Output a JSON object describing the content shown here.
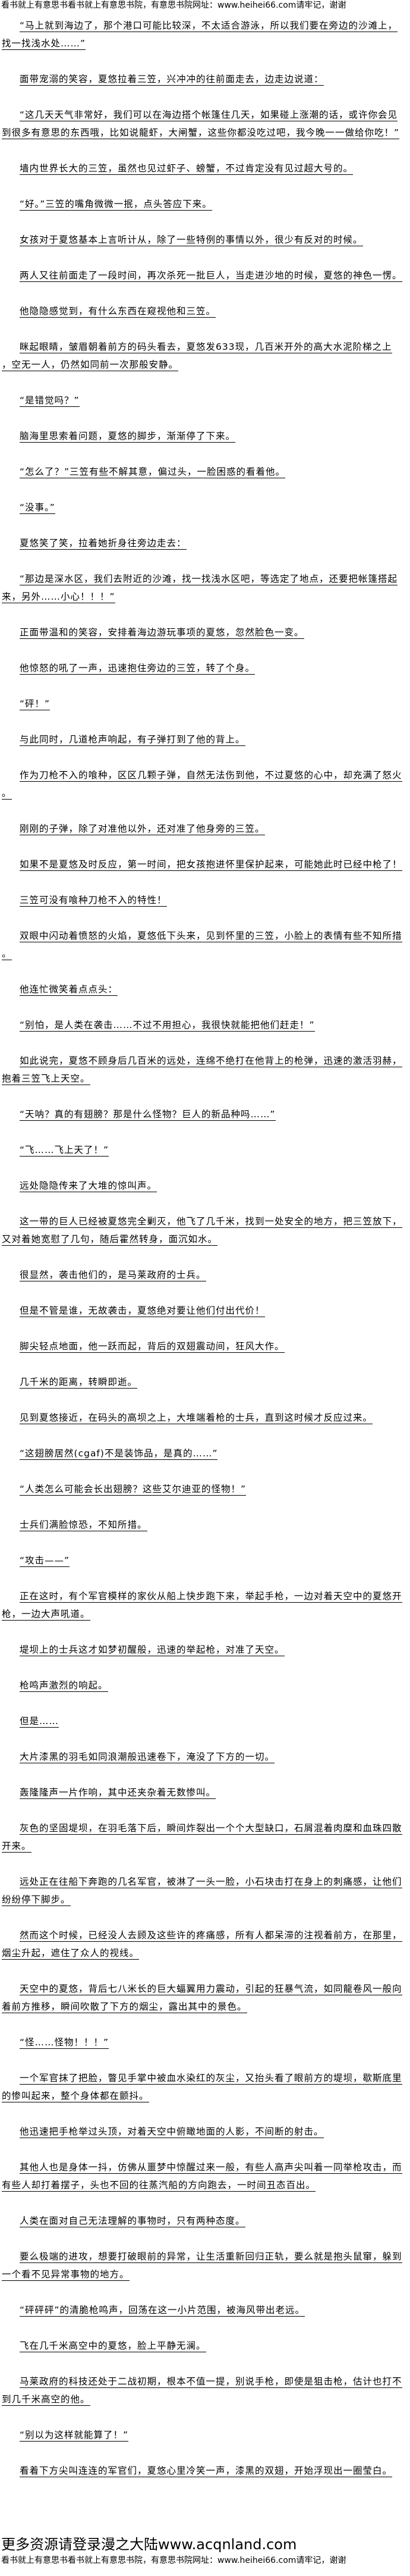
{
  "header": {
    "text": "看书就上有意思书看书就上有意思书院，有意思书院网址：www.heihei66.com请牢记，谢谢"
  },
  "paragraphs": [
    {
      "lines": [
        "“马上就到海边了，那个港口可能比较深，不太适合游泳，所以我们要在旁边的沙滩上，",
        "找一找浅水处……”"
      ]
    },
    {
      "lines": [
        "面带宠溺的笑容，夏悠拉着三笠，兴冲冲的往前面走去，边走边说道："
      ]
    },
    {
      "lines": [
        "“这几天天气非常好，我们可以在海边搭个帐篷住几天，如果碰上涨潮的话，或许你会见",
        "到很多有意思的东西哦，比如说龍虾，大闸蟹，这些你都没吃过吧，我今晚一一做给你吃！”"
      ]
    },
    {
      "lines": [
        "墙内世界长大的三笠，虽然也见过虾子、螃蟹，不过肯定没有见过超大号的。"
      ]
    },
    {
      "lines": [
        "“好。”三笠的嘴角微微一抿，点头答应下来。"
      ]
    },
    {
      "lines": [
        "女孩对于夏悠基本上言听计从，除了一些特例的事情以外，很少有反对的时候。"
      ]
    },
    {
      "lines": [
        "两人又往前面走了一段时间，再次杀死一批巨人，当走进沙地的时候，夏悠的神色一愣。"
      ]
    },
    {
      "gap": true,
      "lines": [
        "他隐隐感觉到，有什么东西在窥视他和三笠。"
      ]
    },
    {
      "lines": [
        "眯起眼睛，皱眉朝着前方的码头看去，夏悠发633现，几百米开外的高大水泥阶梯之上",
        "，空无一人，仍然如同前一次那般安静。"
      ]
    },
    {
      "lines": [
        "“是错觉吗？”"
      ]
    },
    {
      "lines": [
        "脑海里思索着问题，夏悠的脚步，渐渐停了下来。"
      ]
    },
    {
      "lines": [
        "“怎么了？”三笠有些不解其意，偏过头，一脸困惑的看着他。"
      ]
    },
    {
      "lines": [
        "“没事。”"
      ]
    },
    {
      "lines": [
        "夏悠笑了笑，拉着她折身往旁边走去："
      ]
    },
    {
      "lines": [
        "“那边是深水区，我们去附近的沙滩，找一找浅水区吧，等选定了地点，还要把帐篷搭起",
        "来，另外……小心！！！”"
      ]
    },
    {
      "lines": [
        "正面带温和的笑容，安排着海边游玩事项的夏悠，忽然脸色一变。"
      ]
    },
    {
      "lines": [
        "他惊怒的吼了一声，迅速抱住旁边的三笠，转了个身。"
      ]
    },
    {
      "lines": [
        "“砰！”"
      ]
    },
    {
      "lines": [
        "与此同时，几道枪声响起，有子弹打到了他的背上。"
      ]
    },
    {
      "lines": [
        "作为刀枪不入的喰种，区区几颗子弹，自然无法伤到他，不过夏悠的心中，却充满了怒火",
        "。"
      ]
    },
    {
      "lines": [
        "刚刚的子弹，除了对准他以外，还对准了他身旁的三笠。"
      ]
    },
    {
      "lines": [
        "如果不是夏悠及时反应，第一时间，把女孩抱进怀里保护起来，可能她此时已经中枪了！"
      ]
    },
    {
      "gap": true,
      "lines": [
        "三笠可没有喰种刀枪不入的特性！"
      ]
    },
    {
      "lines": [
        "双眼中闪动着愤怒的火焰，夏悠低下头来，见到怀里的三笠，小脸上的表情有些不知所措",
        "。"
      ]
    },
    {
      "lines": [
        "他连忙微笑着点点头："
      ]
    },
    {
      "gap": true,
      "lines": [
        "“别怕，是人类在袭击……不过不用担心，我很快就能把他们赶走！”"
      ]
    },
    {
      "lines": [
        "如此说完，夏悠不顾身后几百米的远处，连绵不绝打在他背上的枪弹，迅速的激活羽赫，",
        "抱着三笠飞上天空。"
      ]
    },
    {
      "lines": [
        "“天呐？真的有翅膀？那是什么怪物？巨人的新品种吗……”"
      ]
    },
    {
      "lines": [
        "“飞……飞上天了！”"
      ]
    },
    {
      "lines": [
        "远处隐隐传来了大堆的惊叫声。"
      ]
    },
    {
      "lines": [
        "这一带的巨人已经被夏悠完全剿灭，他飞了几千米，找到一处安全的地方，把三笠放下，",
        "又对着她宽慰了几句，随后霍然转身，面沉如水。"
      ]
    },
    {
      "lines": [
        "很显然，袭击他们的，是马莱政府的士兵。"
      ]
    },
    {
      "lines": [
        "但是不管是谁，无故袭击，夏悠绝对要让他们付出代价！"
      ]
    },
    {
      "lines": [
        "脚尖轻点地面，他一跃而起，背后的双翅震动间，狂风大作。"
      ]
    },
    {
      "lines": [
        "几千米的距离，转瞬即逝。"
      ]
    },
    {
      "lines": [
        "见到夏悠接近，在码头的高坝之上，大堆端着枪的士兵，直到这时候才反应过来。"
      ]
    },
    {
      "lines": [
        "“这翅膀居然(cgaf)不是装饰品，是真的……”"
      ]
    },
    {
      "lines": [
        "“人类怎么可能会长出翅膀？这些艾尔迪亚的怪物！”"
      ]
    },
    {
      "lines": [
        "士兵们满脸惊恐，不知所措。"
      ]
    },
    {
      "gap": true,
      "lines": [
        "“攻击——”"
      ]
    },
    {
      "lines": [
        "正在这时，有个军官模样的家伙从船上快步跑下来，举起手枪，一边对着天空中的夏悠开",
        "枪，一边大声吼道。"
      ]
    },
    {
      "lines": [
        "堤坝上的士兵这才如梦初醒般，迅速的举起枪，对准了天空。"
      ]
    },
    {
      "lines": [
        "枪鸣声激烈的响起。"
      ]
    },
    {
      "lines": [
        "但是……"
      ]
    },
    {
      "lines": [
        "大片漆黑的羽毛如同浪潮般迅速卷下，淹没了下方的一切。"
      ]
    },
    {
      "gap": true,
      "lines": [
        "轰隆隆声一片作响，其中还夹杂着无数惨叫。"
      ]
    },
    {
      "lines": [
        "灰色的坚固堤坝，在羽毛落下后，瞬间炸裂出一个个大型缺口，石屑混着肉糜和血珠四散",
        "开来。"
      ]
    },
    {
      "lines": [
        "远处正在往船下奔跑的几名军官，被淋了一头一脸，小石块击打在身上的刺痛感，让他们",
        "纷纷停下脚步。"
      ]
    },
    {
      "lines": [
        "然而这个时候，已经没人去顾及这些许的疼痛感，所有人都呆滞的注视着前方，在那里，",
        "烟尘升起，遮住了众人的视线。"
      ]
    },
    {
      "lines": [
        "天空中的夏悠，背后七八米长的巨大蝠翼用力震动，引起的狂暴气流，如同龍卷风一般向",
        "着前方推移，瞬间吹散了下方的烟尘，露出其中的景色。"
      ]
    },
    {
      "lines": [
        "“怪……怪物！！！”"
      ]
    },
    {
      "lines": [
        "一个军官抹了把脸，瞥见手掌中被血水染红的灰尘，又抬头看了眼前方的堤坝，歇斯底里",
        "的惨叫起来，整个身体都在颤抖。"
      ]
    },
    {
      "lines": [
        "他迅速把手枪举过头顶，对着天空中俯瞰地面的人影，不间断的射击。"
      ]
    },
    {
      "lines": [
        "其他人也是身体一抖，仿佛从噩梦中惊醒过来一般，有些人高声尖叫着一同举枪攻击，而",
        "有些人却打着摆子，头也不回的往蒸汽船的方向跑去，一时间丑态百出。"
      ]
    },
    {
      "lines": [
        "人类在面对自己无法理解的事物时，只有两种态度。"
      ]
    },
    {
      "lines": [
        "要么极端的进攻，想要打破眼前的异常，让生活重新回归正轨，要么就是抱头鼠窜，躲到",
        "一个看不见异常事物的地方。"
      ]
    },
    {
      "gap": true,
      "lines": [
        "“砰砰砰”的清脆枪鸣声，回荡在这一小片范围，被海风带出老远。"
      ]
    },
    {
      "gap": true,
      "lines": [
        "飞在几千米高空中的夏悠，脸上平静无澜。"
      ]
    },
    {
      "gap": true,
      "lines": [
        "马莱政府的科技还处于二战初期，根本不值一提，别说手枪，即使是狙击枪，估计也打不",
        "到几千米高空的他。"
      ]
    },
    {
      "gap": true,
      "lines": [
        "“别以为这样就能算了！”"
      ]
    },
    {
      "lines": [
        "看着下方尖叫连连的军官们，夏悠心里冷笑一声，漆黑的双翅，开始浮现出一圈莹白。"
      ]
    }
  ],
  "footer": {
    "ad": "更多资源请登录漫之大陆www.acqnland.com",
    "url_line": "看书就上有意思书看书就上有意思书院，有意思书院网址：www.heihei66.com请牢记，谢谢"
  }
}
